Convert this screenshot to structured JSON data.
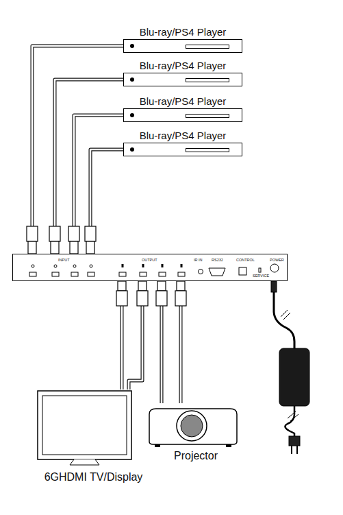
{
  "diagram": {
    "nodes": [
      {
        "text": [
          "Blu-ray/PS4 Player"
        ]
      },
      {
        "text": [
          "Blu-ray/PS4 Player"
        ]
      },
      {
        "text": [
          "Blu-ray/PS4 Player"
        ]
      },
      {
        "text": [
          "Blu-ray/PS4 Player"
        ]
      },
      {
        "text": [
          "INPUT",
          "OUTPUT",
          "IR IN",
          "RS232",
          "CONTROL",
          "SERVICE",
          "POWER"
        ]
      },
      {
        "text": [
          "6GHDMI TV/Display"
        ]
      },
      {
        "text": [
          "Projector"
        ]
      }
    ],
    "edges": [
      {
        "from": 0,
        "to": 4,
        "arrow": "none"
      },
      {
        "from": 1,
        "to": 4,
        "arrow": "none"
      },
      {
        "from": 2,
        "to": 4,
        "arrow": "none"
      },
      {
        "from": 3,
        "to": 4,
        "arrow": "none"
      },
      {
        "from": 4,
        "to": 5,
        "arrow": "none"
      },
      {
        "from": 4,
        "to": 5,
        "arrow": "none"
      },
      {
        "from": 4,
        "to": 6,
        "arrow": "none"
      },
      {
        "from": 4,
        "to": 6,
        "arrow": "none"
      }
    ]
  }
}
